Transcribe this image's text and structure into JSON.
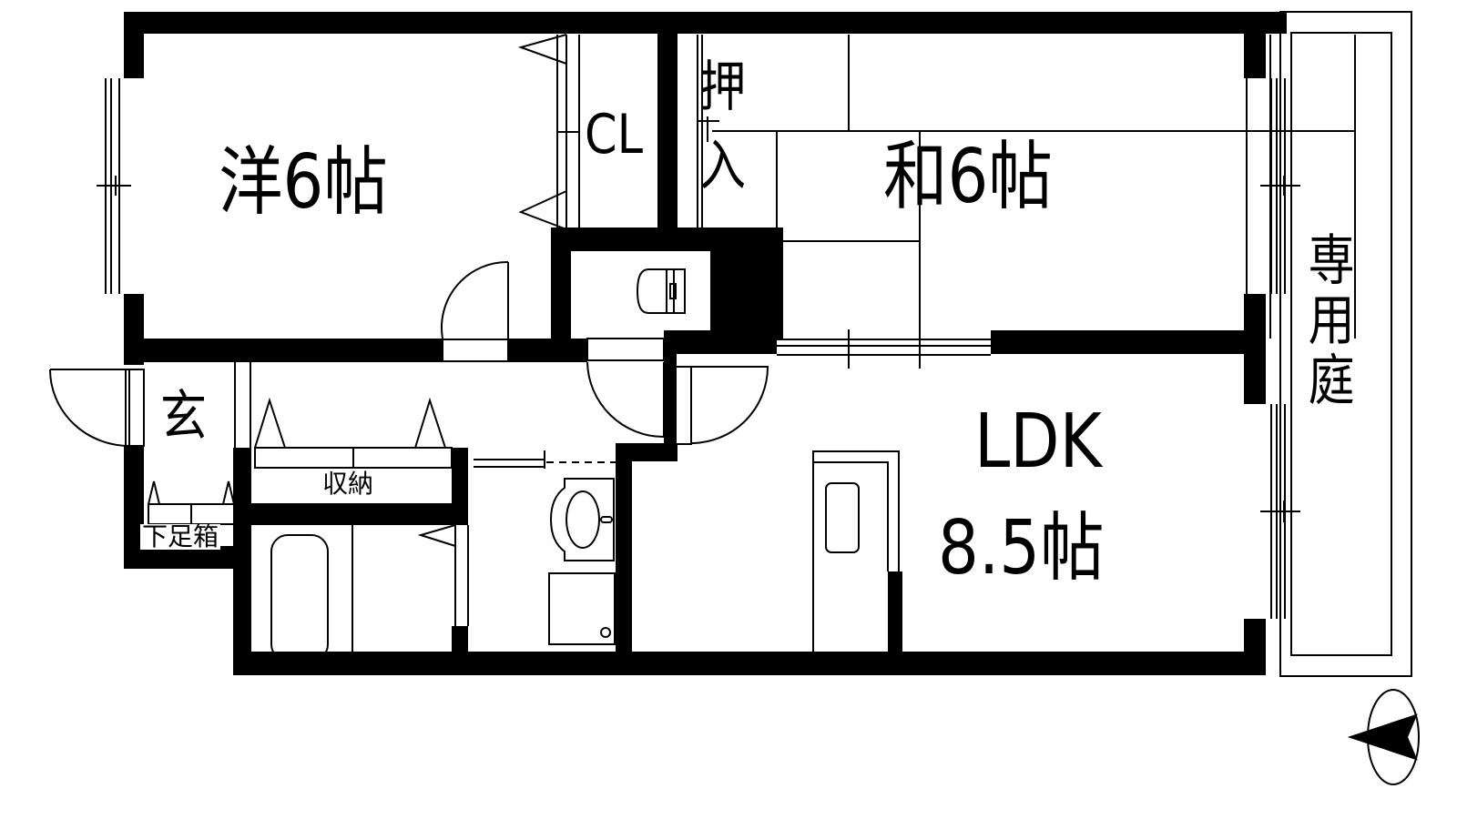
{
  "floor_plan": {
    "type": "apartment floor plan",
    "layout": "2LDK",
    "rooms": [
      {
        "id": "western_room",
        "label": "洋6帖",
        "description": "Western-style room, 6 tatami mats"
      },
      {
        "id": "closet",
        "label": "CL",
        "description": "Closet"
      },
      {
        "id": "oshiire",
        "label_lines": [
          "押",
          "入"
        ],
        "label": "押入",
        "description": "Futon closet"
      },
      {
        "id": "japanese_room",
        "label": "和6帖",
        "description": "Japanese-style tatami room, 6 mats"
      },
      {
        "id": "private_garden",
        "label": "専用庭",
        "description": "Private garden"
      },
      {
        "id": "entrance",
        "label": "玄",
        "description": "Entrance (genkan)"
      },
      {
        "id": "shoe_cabinet",
        "label": "下足箱",
        "description": "Shoe cabinet"
      },
      {
        "id": "storage",
        "label": "収納",
        "description": "Storage"
      },
      {
        "id": "ldk",
        "label_lines": [
          "LDK",
          "8.5帖"
        ],
        "label": "LDK 8.5帖",
        "description": "Living, dining, kitchen, 8.5 mats"
      },
      {
        "id": "toilet",
        "label": "",
        "description": "Toilet"
      },
      {
        "id": "bathroom",
        "label": "",
        "description": "Bathtub"
      },
      {
        "id": "washroom",
        "label": "",
        "description": "Washbasin and washing machine space"
      }
    ],
    "compass": {
      "label": "north-arrow",
      "direction": "west"
    }
  }
}
